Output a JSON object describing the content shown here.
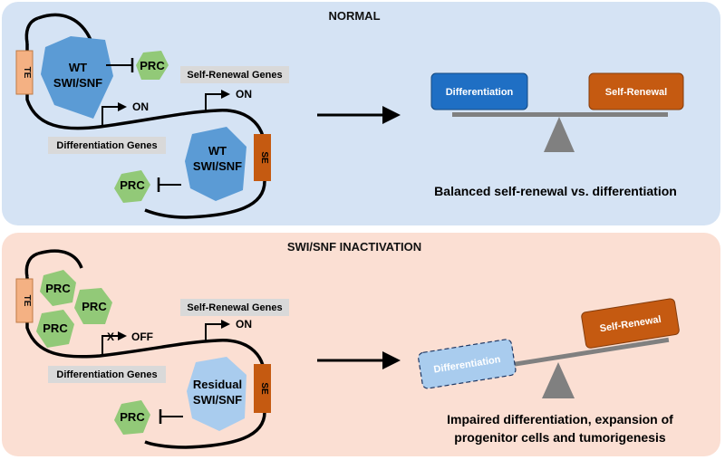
{
  "top_panel": {
    "title": "NORMAL",
    "te_label": "TE",
    "se_label": "SE",
    "complex_upper": [
      "WT",
      "SWI/SNF"
    ],
    "complex_lower": [
      "WT",
      "SWI/SNF"
    ],
    "prc_upper": "PRC",
    "prc_lower": "PRC",
    "self_renewal_genes": "Self-Renewal Genes",
    "differentiation_genes": "Differentiation Genes",
    "on_differentiation": "ON",
    "on_self_renewal": "ON",
    "seesaw_left": "Differentiation",
    "seesaw_right": "Self-Renewal",
    "outcome": "Balanced self-renewal vs. differentiation"
  },
  "bottom_panel": {
    "title": "SWI/SNF INACTIVATION",
    "te_label": "TE",
    "se_label": "SE",
    "prc_cluster": [
      "PRC",
      "PRC",
      "PRC"
    ],
    "prc_lower": "PRC",
    "complex": [
      "Residual",
      "SWI/SNF"
    ],
    "self_renewal_genes": "Self-Renewal Genes",
    "differentiation_genes": "Differentiation Genes",
    "off_differentiation": "OFF",
    "blocked_mark": "X",
    "on_self_renewal": "ON",
    "seesaw_left": "Differentiation",
    "seesaw_right": "Self-Renewal",
    "outcome": [
      "Impaired differentiation, expansion of",
      "progenitor cells and tumorigenesis"
    ]
  },
  "colors": {
    "top_bg": "#d5e3f4",
    "bottom_bg": "#fbdfd3",
    "swisnf_wt": "#5b9bd5",
    "swisnf_residual": "#a9ccee",
    "prc": "#92c978",
    "te": "#f4b183",
    "se": "#c55a11",
    "gene_box": "#d9d9d9",
    "diff_box": "#1f6fc4",
    "self_box": "#c55a11",
    "beam": "#808080"
  }
}
